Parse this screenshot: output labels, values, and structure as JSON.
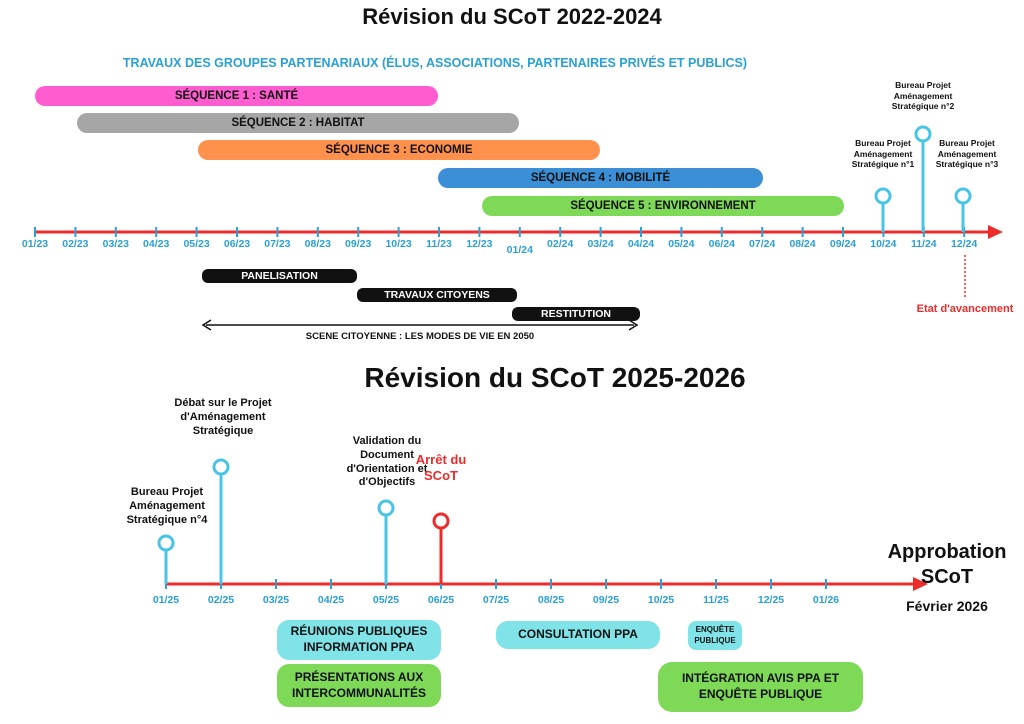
{
  "section1": {
    "title": "Révision du SCoT 2022-2024",
    "subtitle": "TRAVAUX DES GROUPES PARTENARIAUX (ÉLUS, ASSOCIATIONS, PARTENAIRES PRIVÉS ET PUBLICS)",
    "sequences": [
      {
        "label": "SÉQUENCE 1 : SANTÉ",
        "color": "#ff5ccf"
      },
      {
        "label": "SÉQUENCE 2 : HABITAT",
        "color": "#a6a6a6"
      },
      {
        "label": "SÉQUENCE 3 : ECONOMIE",
        "color": "#ff914d"
      },
      {
        "label": "SÉQUENCE 4 : MOBILITÉ",
        "color": "#3a8fd6"
      },
      {
        "label": "SÉQUENCE 5 : ENVIRONNEMENT",
        "color": "#7ed957"
      }
    ],
    "ticks": [
      "01/23",
      "02/23",
      "03/23",
      "04/23",
      "05/23",
      "06/23",
      "07/23",
      "08/23",
      "09/23",
      "10/23",
      "11/23",
      "12/23",
      "01/24",
      "02/24",
      "03/24",
      "04/24",
      "05/24",
      "06/24",
      "07/24",
      "08/24",
      "09/24",
      "10/24",
      "11/24",
      "12/24"
    ],
    "milestones": {
      "bureau1": "Bureau Projet Aménagement Stratégique n°1",
      "bureau2": "Bureau Projet Aménagement Stratégique n°2",
      "bureau3": "Bureau Projet Aménagement Stratégique n°3",
      "etat": "Etat d'avancement"
    },
    "phases": {
      "panelisation": "PANELISATION",
      "travaux": "TRAVAUX CITOYENS",
      "restitution": "RESTITUTION",
      "scene": "SCENE CITOYENNE : LES MODES DE VIE EN 2050"
    }
  },
  "section2": {
    "title": "Révision du SCoT 2025-2026",
    "ticks": [
      "01/25",
      "02/25",
      "03/25",
      "04/25",
      "05/25",
      "06/25",
      "07/25",
      "08/25",
      "09/25",
      "10/25",
      "11/25",
      "12/25",
      "01/26"
    ],
    "milestones": {
      "bureau4": "Bureau Projet Aménagement Stratégique n°4",
      "debat": "Débat sur le Projet d'Aménagement Stratégique",
      "validation": "Validation du Document d'Orientation et d'Objectifs",
      "arret": "Arrêt du SCoT"
    },
    "approbation": {
      "title": "Approbation SCoT",
      "date": "Février 2026"
    },
    "boxes": {
      "reunions": "RÉUNIONS PUBLIQUES INFORMATION PPA",
      "presentations": "PRÉSENTATIONS AUX INTERCOMMUNALITÉS",
      "consultation": "CONSULTATION PPA",
      "enquete": "ENQUÊTE PUBLIQUE",
      "integration": "INTÉGRATION AVIS PPA ET ENQUÊTE PUBLIQUE"
    }
  },
  "colors": {
    "axis": "#ee2b2b",
    "tick": "#2aa0d4",
    "marker": "#47c4e6",
    "arret": "#ee2b2b",
    "cyanBox": "#7fe3e8",
    "greenBox": "#7ed957"
  }
}
